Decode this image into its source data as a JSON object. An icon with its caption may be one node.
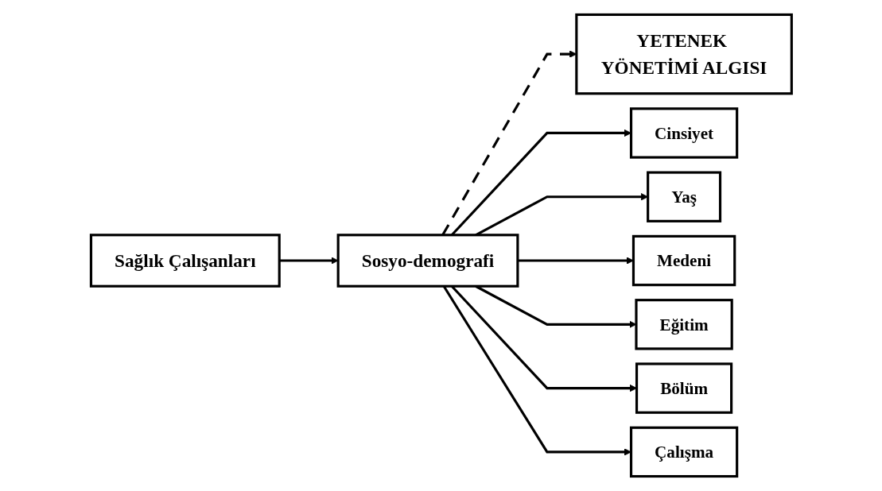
{
  "diagram": {
    "nodes": [
      {
        "text": [
          "Sağlık Çalışanları"
        ]
      },
      {
        "text": [
          "Sosyo-demografi"
        ]
      },
      {
        "text": [
          "YETENEK YÖNETİMİ ALGISI"
        ]
      },
      {
        "text": [
          "Cinsiyet"
        ]
      },
      {
        "text": [
          "Yaş"
        ]
      },
      {
        "text": [
          "Medeni"
        ]
      },
      {
        "text": [
          "Eğitim"
        ]
      },
      {
        "text": [
          "Bölüm"
        ]
      },
      {
        "text": [
          "Çalışma"
        ]
      }
    ],
    "edges": [
      {
        "from": 0,
        "to": 1,
        "arrow": "to"
      },
      {
        "from": 1,
        "to": 2,
        "arrow": "to",
        "style": "dashed"
      },
      {
        "from": 1,
        "to": 3,
        "arrow": "to"
      },
      {
        "from": 1,
        "to": 4,
        "arrow": "to"
      },
      {
        "from": 1,
        "to": 5,
        "arrow": "to"
      },
      {
        "from": 1,
        "to": 6,
        "arrow": "to"
      },
      {
        "from": 1,
        "to": 7,
        "arrow": "to"
      },
      {
        "from": 1,
        "to": 8,
        "arrow": "to"
      }
    ]
  }
}
